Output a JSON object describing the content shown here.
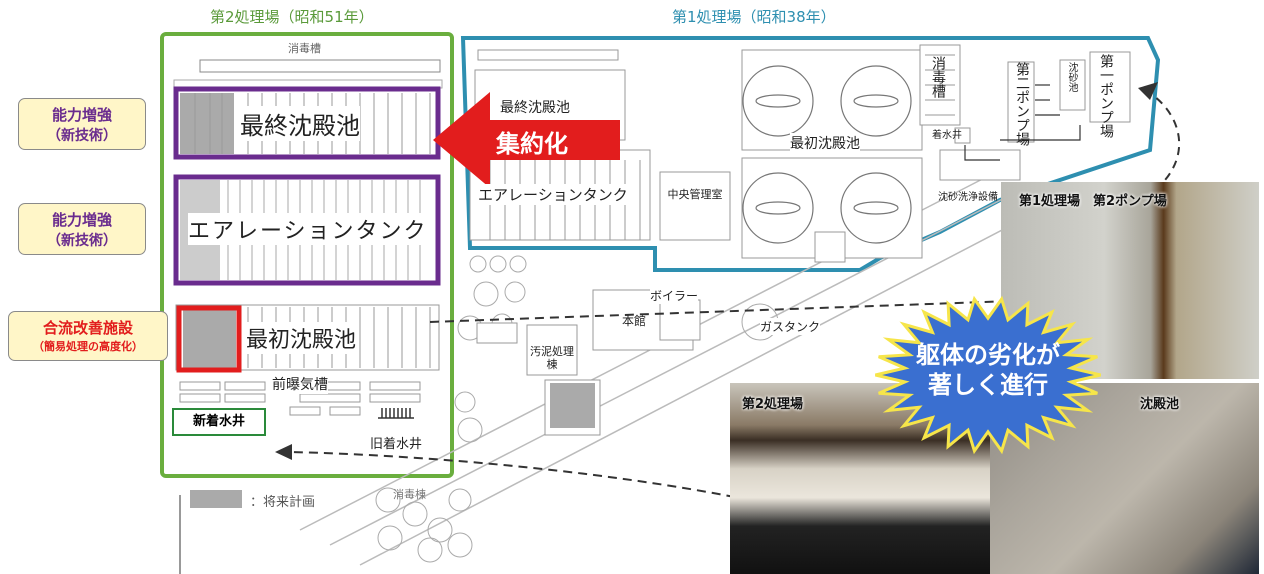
{
  "facility2": {
    "title": "第2処理場（昭和51年）"
  },
  "facility1": {
    "title": "第1処理場（昭和38年）"
  },
  "plant2_labels": {
    "disinfection_top": "消毒槽",
    "final_sed": "最終沈殿池",
    "aeration": "エアレーションタンク",
    "primary_sed": "最初沈殿池",
    "pre_aeration": "前曝気槽",
    "old_inlet": "旧着水井"
  },
  "plant1_labels": {
    "final_sed": "最終沈殿池",
    "aeration": "エアレーションタンク",
    "primary_sed": "最初沈殿池",
    "disinfection": "消毒槽",
    "pump2": "第二ポンプ場",
    "pump1": "第一ポンプ場",
    "grit": "沈砂池",
    "inlet": "着水井",
    "sand_wash": "沈砂洗浄設備",
    "central_control": "中央管理室",
    "boiler": "ボイラー",
    "gas_tank": "ガスタンク",
    "main_building": "本館",
    "sludge_building": "汚泥処理棟",
    "disinfection_b": "消毒棟"
  },
  "callouts": [
    {
      "line1": "能力増強",
      "line2": "（新技術）"
    },
    {
      "line1": "能力増強",
      "line2": "（新技術）"
    },
    {
      "line1": "合流改善施設",
      "line2": "（簡易処理の高度化）"
    }
  ],
  "new_inlet": "新着水井",
  "consolidation": "集約化",
  "legend": {
    "text": "：将来計画"
  },
  "deterioration": {
    "line1": "躯体の劣化が",
    "line2": "著しく進行"
  },
  "photos": {
    "p1_title": "第1処理場　第2ポンプ場",
    "p2_title": "第2処理場",
    "p3_title": "沈殿池"
  },
  "colors": {
    "green": "#6aae3e",
    "blue": "#2e8fb0",
    "purple": "#6a2c8e",
    "red": "#e21d1d",
    "callout_fill": "#fff6c8",
    "burst_fill": "#3a6fd0",
    "burst_stroke": "#f6e54a"
  }
}
